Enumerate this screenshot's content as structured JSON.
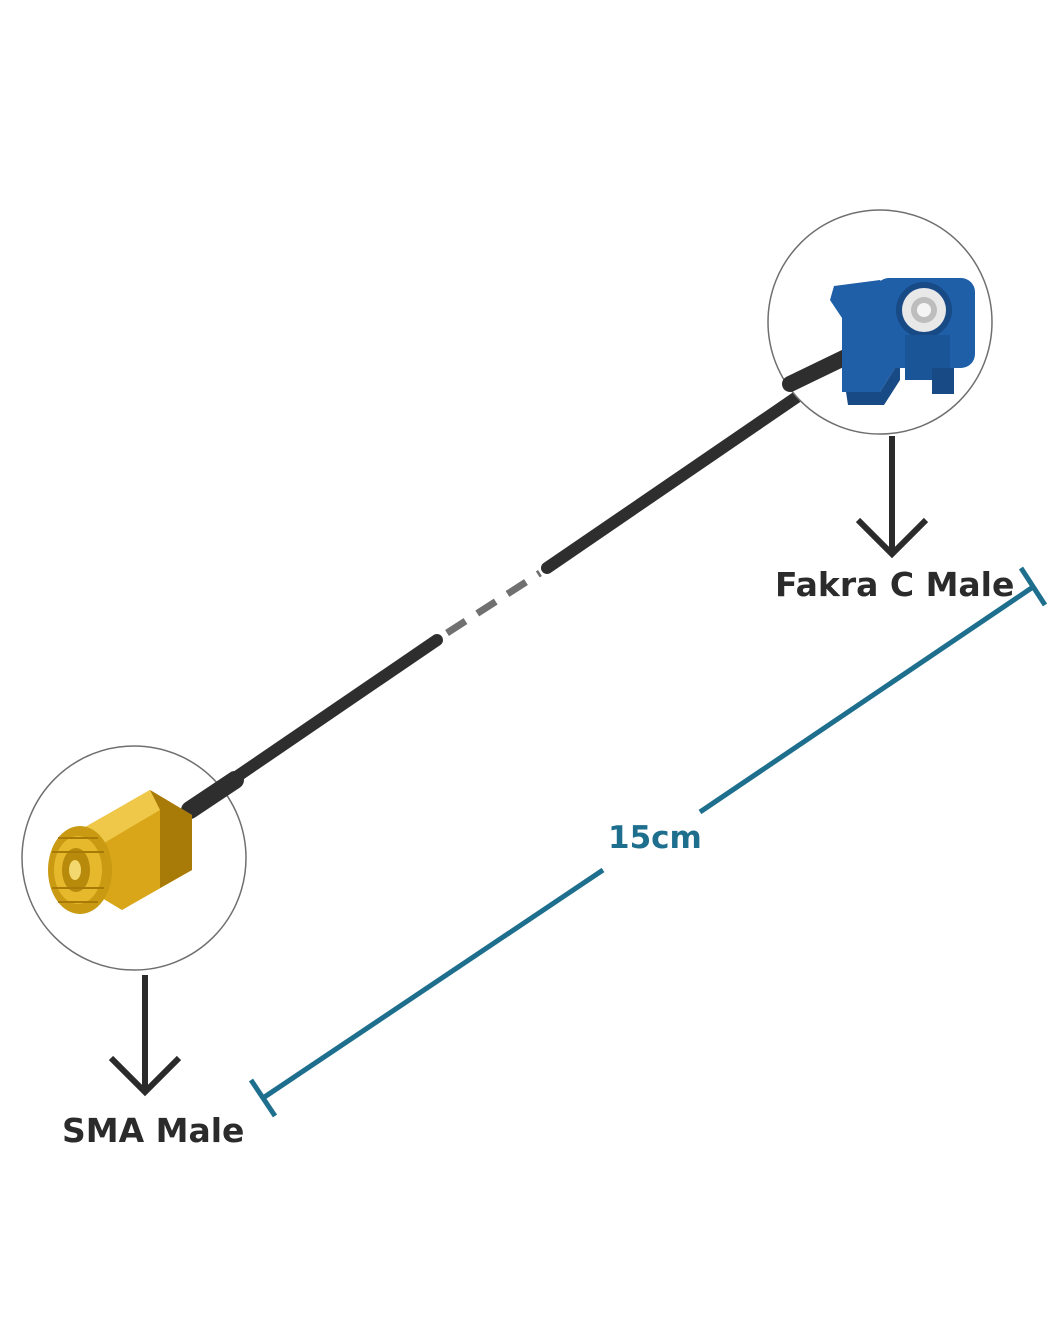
{
  "labels": {
    "connector_a": "Fakra C Male",
    "connector_b": "SMA Male",
    "length": "15cm"
  },
  "colors": {
    "cable": "#2e2e2e",
    "cable_dash": "#707070",
    "fakra_body": "#1f5fa8",
    "fakra_dark": "#184a86",
    "sma_gold": "#d8a618",
    "sma_gold_dark": "#a87a08",
    "dimension_line": "#1e6e8e",
    "arrow": "#2b2b2b",
    "circle_stroke": "#6f6f6f",
    "label_text": "#2b2b2b"
  },
  "icons": {
    "fakra_connector": "fakra-connector-icon",
    "sma_connector": "sma-connector-icon",
    "arrow_down": "arrow-down-icon"
  }
}
